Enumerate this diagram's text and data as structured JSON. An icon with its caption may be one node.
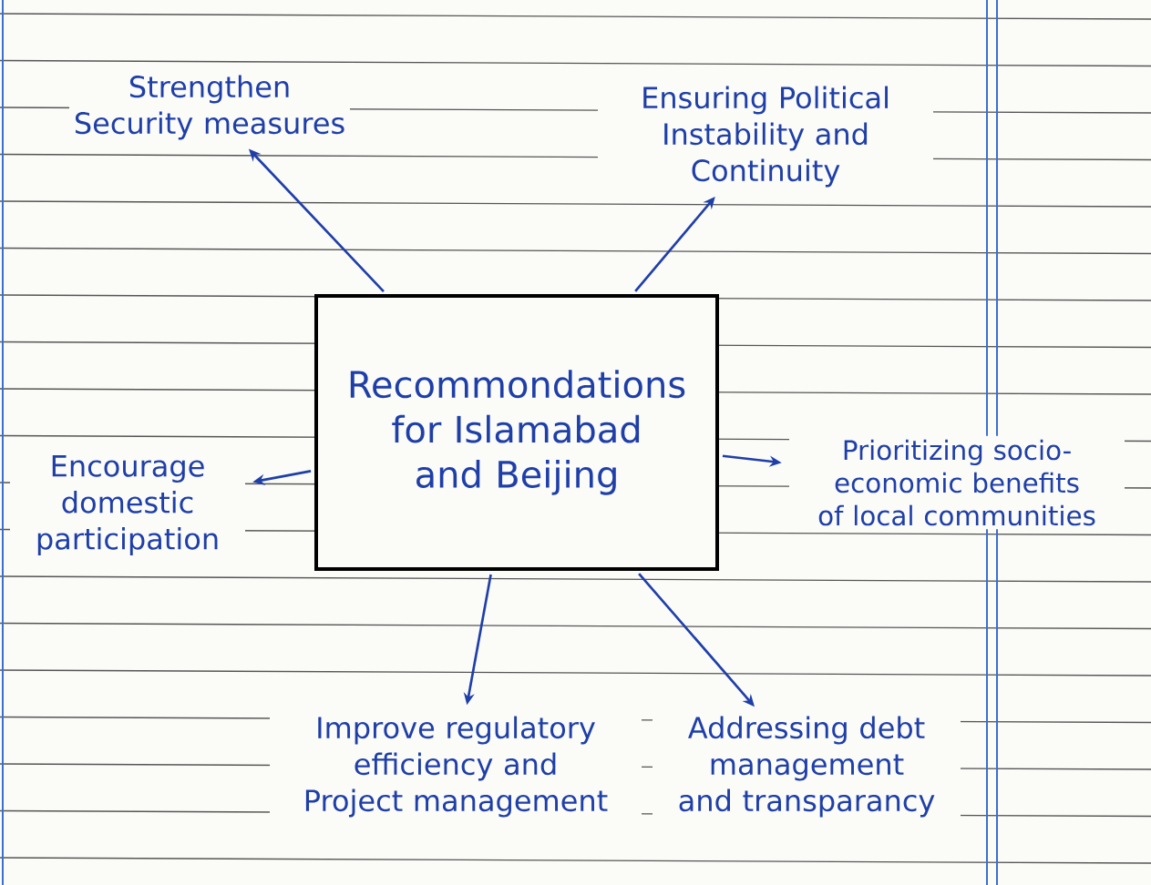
{
  "diagram": {
    "nodes": [
      {
        "text": [
          "Recommondations for Islamabad and Beijing"
        ]
      },
      {
        "text": [
          "Strengthen Security measures"
        ]
      },
      {
        "text": [
          "Ensuring Political Instability and Continuity"
        ]
      },
      {
        "text": [
          "Prioritizing socio-economic benefits of local communities"
        ]
      },
      {
        "text": [
          "Addressing debt management and transparancy"
        ]
      },
      {
        "text": [
          "Improve regulatory efficiency and Project management"
        ]
      },
      {
        "text": [
          "Encourage domestic participation"
        ]
      }
    ],
    "edges": [
      {
        "from": 0,
        "to": 1,
        "arrow": "to"
      },
      {
        "from": 0,
        "to": 2,
        "arrow": "to"
      },
      {
        "from": 0,
        "to": 3,
        "arrow": "to"
      },
      {
        "from": 0,
        "to": 4,
        "arrow": "to"
      },
      {
        "from": 0,
        "to": 5,
        "arrow": "to"
      },
      {
        "from": 0,
        "to": 6,
        "arrow": "to"
      }
    ]
  }
}
